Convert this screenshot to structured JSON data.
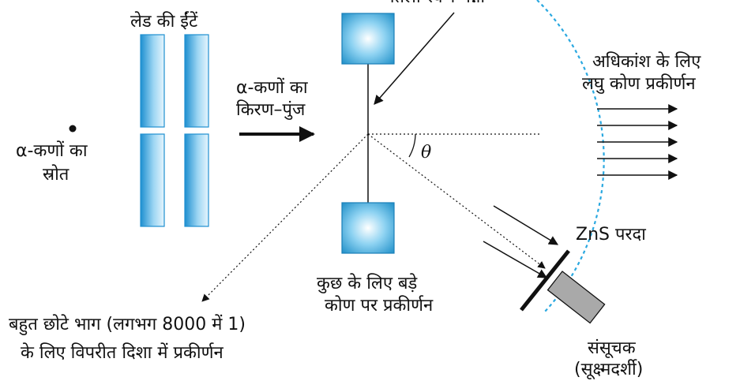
{
  "labels": {
    "top_cut": "पतली स्वर्ण पन्नी",
    "lead_bricks": "लेड की ईंटें",
    "source_line1": "α-कणों का",
    "source_line2": "स्रोत",
    "beam_line1": "α-कणों का",
    "beam_line2": "किरण–पुंज",
    "small_angle_line1": "अधिकांश के लिए",
    "small_angle_line2": "लघु कोण प्रकीर्णन",
    "theta": "θ",
    "screen": "ZnS परदा",
    "large_angle_line1": "कुछ के लिए बड़े",
    "large_angle_line2": "कोण पर प्रकीर्णन",
    "back_line1": "बहुत छोटे भाग (लगभग 8000 में 1)",
    "back_line2": "के लिए विपरीत दिशा में प्रकीर्णन",
    "detector_line1": "संसूचक",
    "detector_line2": "(सूक्ष्मदर्शी)"
  },
  "colors": {
    "brick_edge": "#1E8FD0",
    "brick_light": "#E6F5FD",
    "holder_edge": "#1A7FB8",
    "holder_mid": "#3CB2E6",
    "dashed_circle": "#2AA8E0",
    "detector": "#A9A9A9",
    "ink": "#111111"
  }
}
